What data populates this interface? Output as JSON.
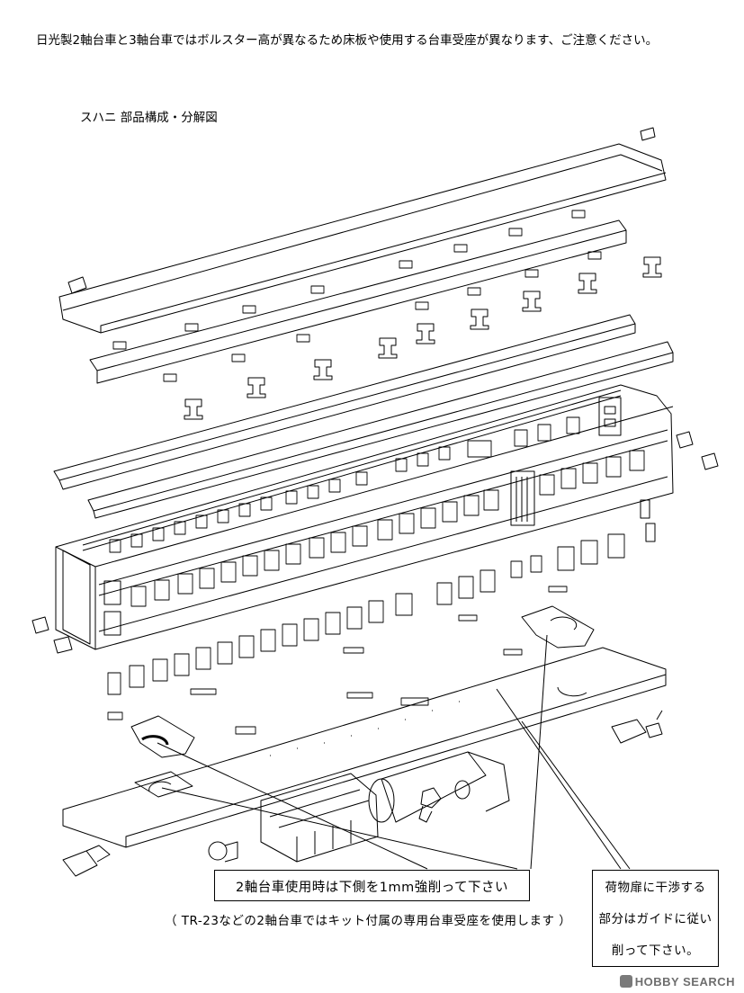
{
  "top_note": "日光製2軸台車と3軸台車ではボルスター高が異なるため床板や使用する台車受座が異なります、ご注意ください。",
  "diagram_title": "スハニ 部品構成・分解図",
  "callout_1": "2軸台車使用時は下側を1mm強削って下さい",
  "paren_note": "（ TR-23などの2軸台車ではキット付属の専用台車受座を使用します ）",
  "callout_2": {
    "line1": "荷物扉に干渉する",
    "line2": "部分はガイドに従い",
    "line3": "削って下さい。"
  },
  "watermark": "HOBBY SEARCH",
  "colors": {
    "ink": "#000000",
    "paper": "#ffffff",
    "watermark": "#6e6e6e"
  }
}
